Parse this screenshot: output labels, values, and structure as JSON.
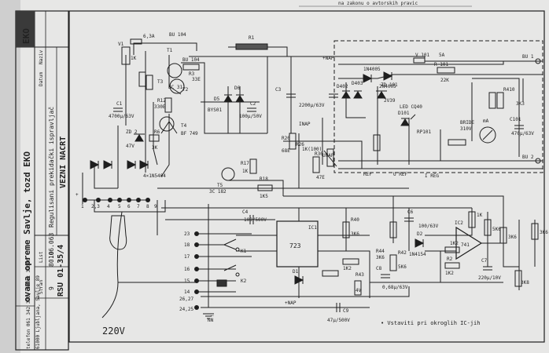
{
  "title_block": {
    "company_line": "ovama opreme Savlje, tozd EKO",
    "address_line": "61000 Ljubljana, Savlje 89",
    "phone_line": "telefon 061 342 320, telex 31000",
    "title_line1": "Regulisani prekidački ispravljač",
    "title_line2": "VEZNI NACRT",
    "date_label": "Datum",
    "date_value": "80.06.063",
    "sheet_label": "List",
    "sheet_value": "10",
    "page_label": "Stran",
    "page_value": "9",
    "drawing_number": "RSU 01-35/4",
    "logo_text": "EKO",
    "naziv_label": "Naziv"
  },
  "top_note": "na zakonu o avtorskih pravic",
  "components": {
    "fuse_f1": "6,3A",
    "v1": "V1",
    "r1": "R1",
    "r1_val": "1K",
    "bu104_t1": "BU 104",
    "t1": "T1",
    "bu104_t2": "BU 104",
    "t2": "T2",
    "t3": "T3",
    "bc311": "BC 311",
    "r3": "R3",
    "r3_val": "33E",
    "r12": "R12",
    "r12_val": "330E",
    "d5": "D5",
    "d5_val": "BYS01",
    "d6": "D6",
    "c2": "C2",
    "c2_val": "100µ/50V",
    "c3": "C3",
    "c3_val": "2200µ/63V",
    "c1": "C1",
    "c1_val": "4700µ/63V",
    "t4": "T4",
    "t4_val": "BF 749",
    "r6": "R6",
    "r6_val": "3K",
    "zd2": "ZD 2",
    "zd2_val": "47V",
    "bridge_diodes": "4×1N5404",
    "mnap": "+NAP",
    "d7": "1N4005",
    "d8": "2N4005",
    "v101": "V 101",
    "v101_val": "5A",
    "r101": "R 101",
    "r101_val": "22K",
    "bu1": "BU 1",
    "bu2": "BU 2",
    "d402": "D402",
    "d403": "D403",
    "zd101": "ZD 101",
    "zd101_val": "2V39",
    "d101": "D101",
    "led": "LED CQ40",
    "rp101": "RP101",
    "bridge_label": "BRIDE",
    "bridge_val": "310V",
    "c101": "C101",
    "c101_val": "470µ/63V",
    "r410": "R410",
    "r410_val": "3K3",
    "meter": "mA",
    "r20": "R20",
    "r20_val": "68E",
    "r17": "R17",
    "r17_val": "1K",
    "r18": "R18",
    "r18_val": "1K5",
    "r30": "R30",
    "r30_val": "47E",
    "t5": "T5",
    "t5_val": "3C 182",
    "pot_r": "R26",
    "pot_val": "1K(100)",
    "c4": "C4",
    "c4_val": "100/500V",
    "c6": "C6",
    "c6_val": "100/63V",
    "ic1": "IC1",
    "ic1_val": "723",
    "ic2": "IC2",
    "ic2_val": "741",
    "r40": "R40",
    "r40_val": "3K6",
    "r42": "R42",
    "r42_val": "5K6",
    "d2": "D2",
    "d2_val": "1N4154",
    "d1": "D1",
    "c9": "C9",
    "c9_val": "47µ/500V",
    "c8": "C8",
    "c8_val": "0,68µ/63V",
    "c7": "C7",
    "c7_val": "220µ/10V",
    "r2": "R2",
    "r2_val": "1K2",
    "rk1": "1K",
    "rk2": "5K6",
    "rk3": "3K6",
    "rk4": "3K6",
    "rk5": "1K2",
    "rk6": "1K2",
    "rk7": "3K8",
    "ref": "REF",
    "uref": "U REF",
    "inap": "INAP",
    "ireg": "I REG",
    "unap": "UNAP",
    "k1": "K1",
    "k2": "K2",
    "mains": "220V",
    "note": "• Vstaviti pri okroglih IC-jih",
    "term_1": "1",
    "term_2": "2,3",
    "term_4": "4",
    "term_5": "5",
    "term_6": "6",
    "term_7": "7",
    "term_8": "8",
    "term_9": "9",
    "term_23": "23",
    "term_18": "18",
    "term_17": "17",
    "term_16": "16",
    "term_15": "15",
    "term_14": "14",
    "term_2627": "26,27",
    "term_2425": "24,25",
    "plus": "+",
    "minus": "–",
    "mnap2": "+NAP",
    "gnd": "NN",
    "r43": "R43",
    "r43_val": "4V",
    "r44": "R44",
    "r44_val": "3K6"
  }
}
